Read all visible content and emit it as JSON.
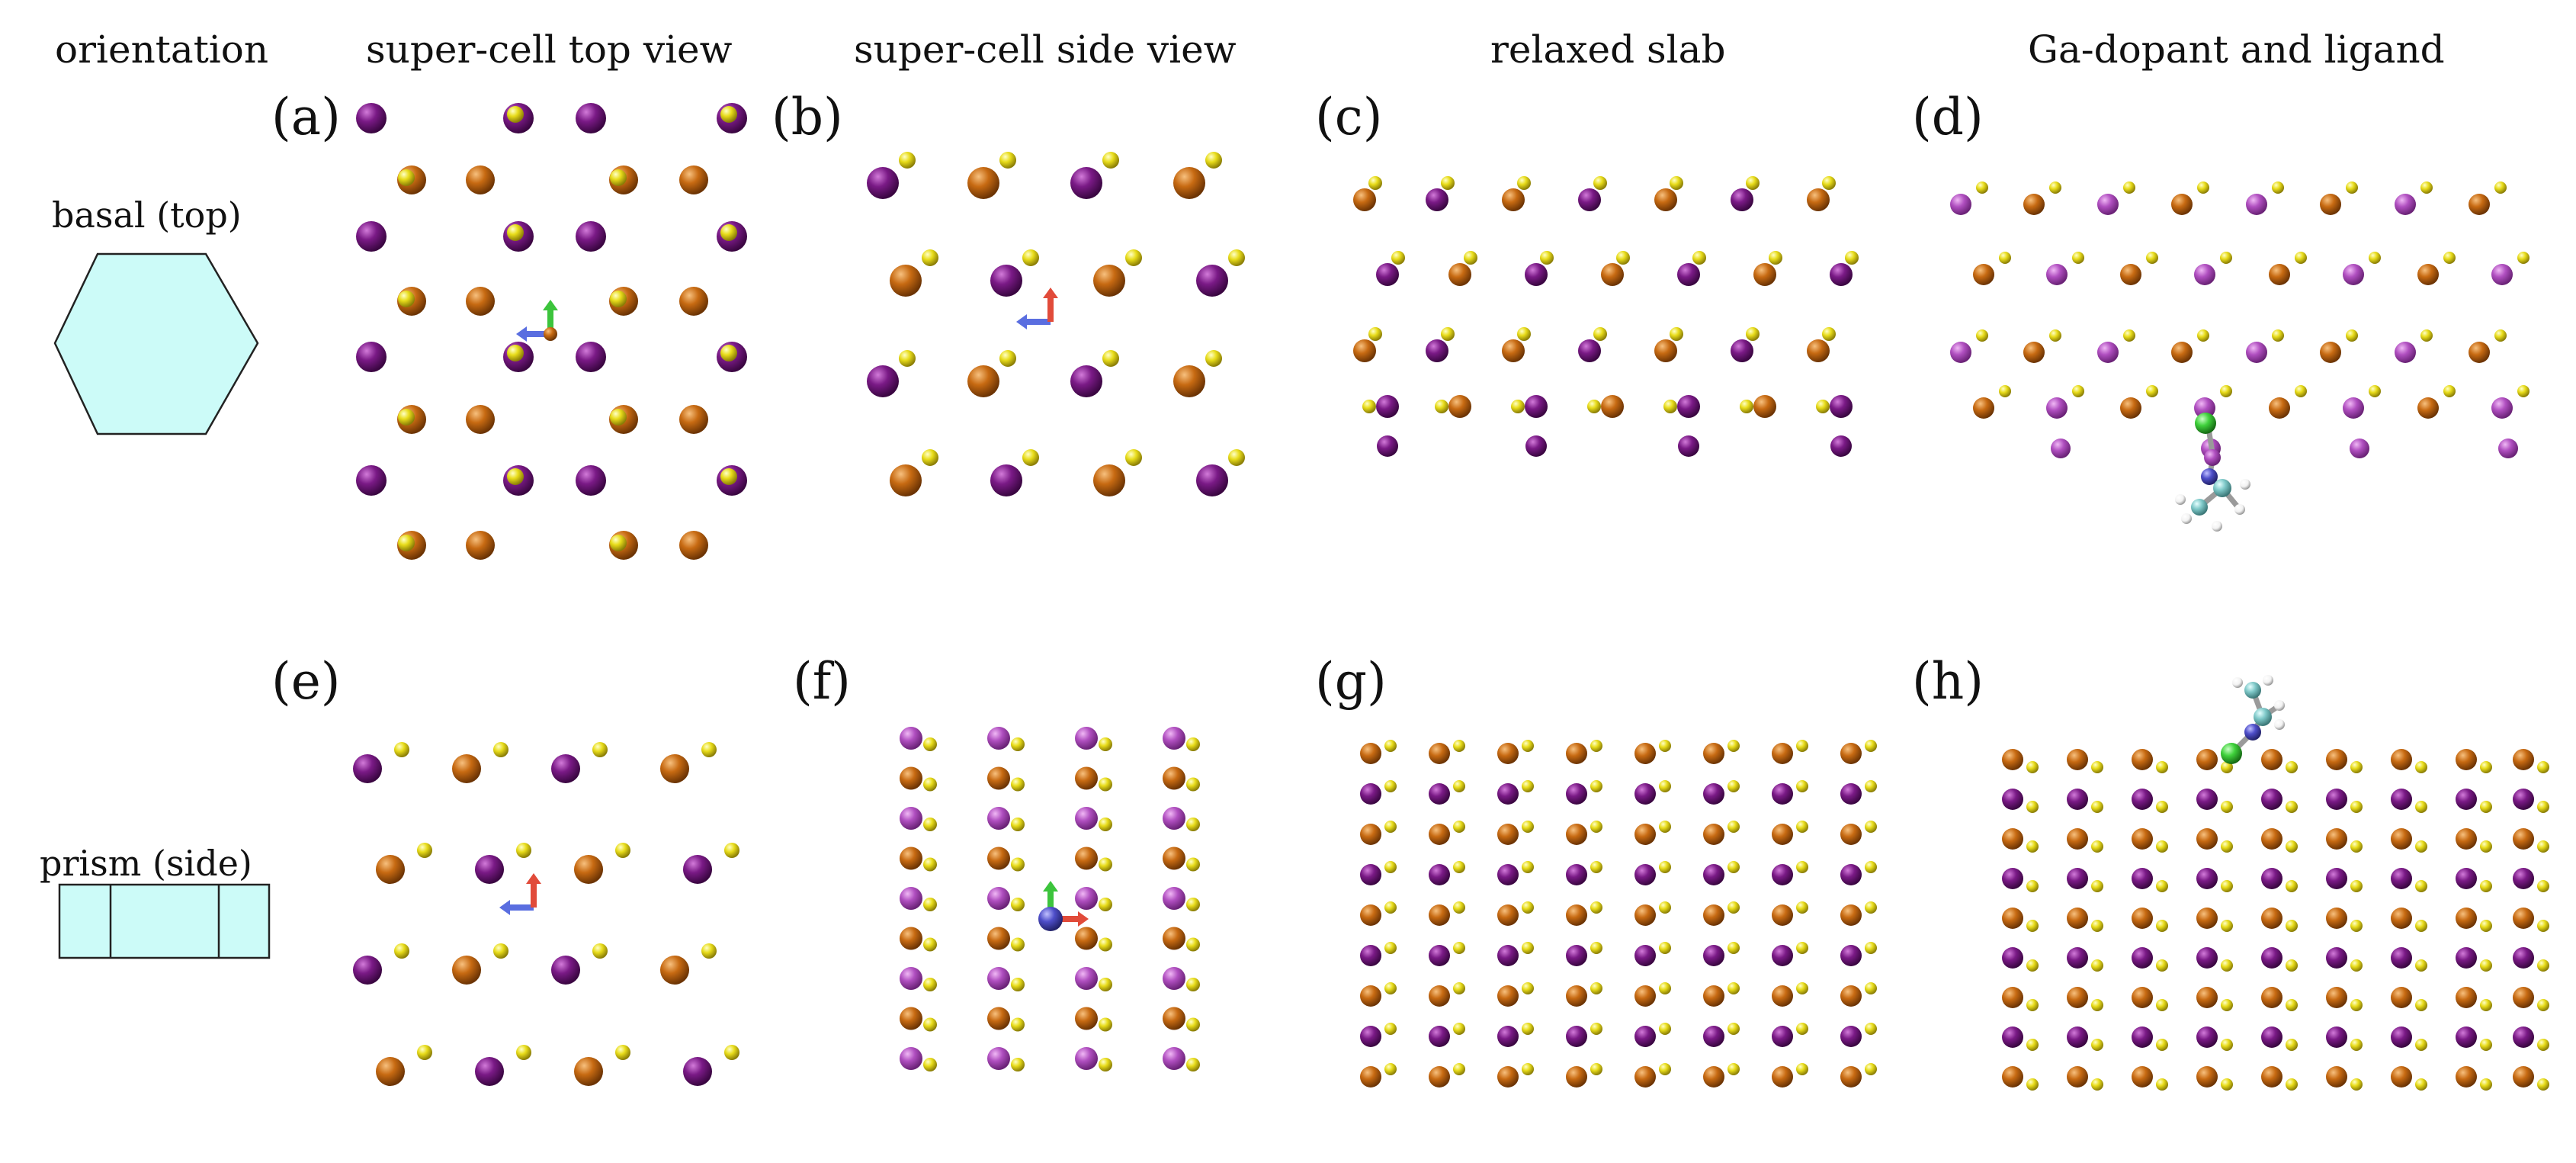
{
  "headers": {
    "orientation": "orientation",
    "top_view": "super-cell top view",
    "side_view": "super-cell side view",
    "relaxed": "relaxed slab",
    "dopant": "Ga-dopant and ligand"
  },
  "panels": [
    "(a)",
    "(b)",
    "(c)",
    "(d)",
    "(e)",
    "(f)",
    "(g)",
    "(h)"
  ],
  "orientations": {
    "basal": "basal (top)",
    "prism": "prism (side)"
  },
  "colors": {
    "purple": "#7a1a86",
    "magenta_light": "#b04fc0",
    "orange": "#c76a12",
    "yellow": "#e8dc1a",
    "green_ga": "#3fd13b",
    "cyan_c": "#7fc9c9",
    "blue_n": "#4e4ec9",
    "white_h": "#f2f2f2",
    "shape_fill": "#ccfbf8"
  }
}
